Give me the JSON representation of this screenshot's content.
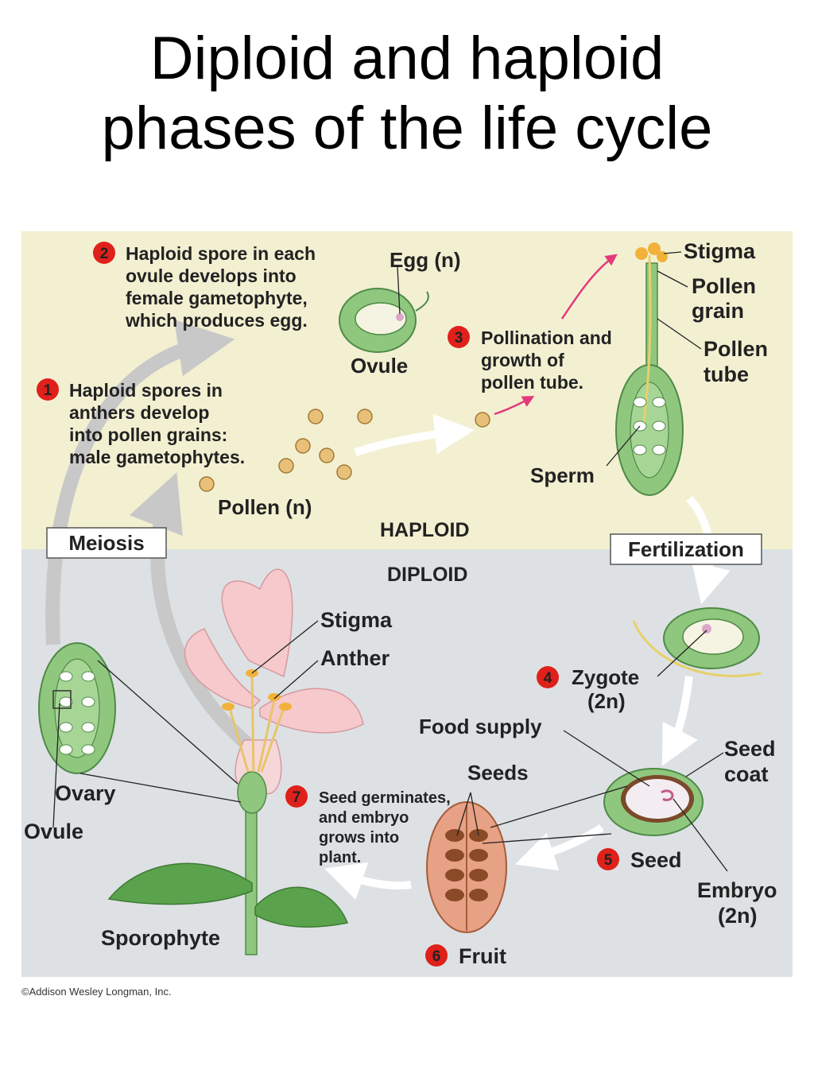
{
  "title": {
    "line1": "Diploid and haploid",
    "line2": "phases of the life cycle"
  },
  "diagram": {
    "phase_haploid": "HAPLOID",
    "phase_diploid": "DIPLOID",
    "box_meiosis": "Meiosis",
    "box_fertilization": "Fertilization",
    "steps": [
      {
        "num": "1",
        "lines": [
          "Haploid spores in",
          "anthers develop",
          "into pollen grains:",
          "male gametophytes."
        ]
      },
      {
        "num": "2",
        "lines": [
          "Haploid spore in each",
          "ovule develops into",
          "female gametophyte,",
          "which produces egg."
        ]
      },
      {
        "num": "3",
        "lines": [
          "Pollination and",
          "growth of",
          "pollen tube."
        ]
      },
      {
        "num": "4",
        "lines": [
          "Zygote",
          "(2n)"
        ]
      },
      {
        "num": "5",
        "lines": [
          "Seed"
        ]
      },
      {
        "num": "6",
        "lines": [
          "Fruit"
        ]
      },
      {
        "num": "7",
        "lines": [
          "Seed germinates,",
          "and embryo",
          "grows into",
          "plant."
        ]
      }
    ],
    "labels": {
      "egg": "Egg (n)",
      "ovule_top": "Ovule",
      "pollen": "Pollen (n)",
      "stigma_top": "Stigma",
      "pollen_grain": [
        "Pollen",
        "grain"
      ],
      "pollen_tube": [
        "Pollen",
        "tube"
      ],
      "sperm": "Sperm",
      "stigma_flower": "Stigma",
      "anther": "Anther",
      "ovary": "Ovary",
      "ovule_left": "Ovule",
      "sporophyte": "Sporophyte",
      "food_supply": "Food supply",
      "seeds": "Seeds",
      "seed_coat": [
        "Seed",
        "coat"
      ],
      "embryo": [
        "Embryo",
        "(2n)"
      ]
    }
  },
  "copyright": "©Addison Wesley Longman, Inc.",
  "colors": {
    "haploid_bg": "#f3f0d2",
    "diploid_bg": "#dde1e4",
    "badge": "#e0201b",
    "green": "#8fc77e",
    "pink": "#f6c9cc",
    "fruit": "#e7a184"
  }
}
